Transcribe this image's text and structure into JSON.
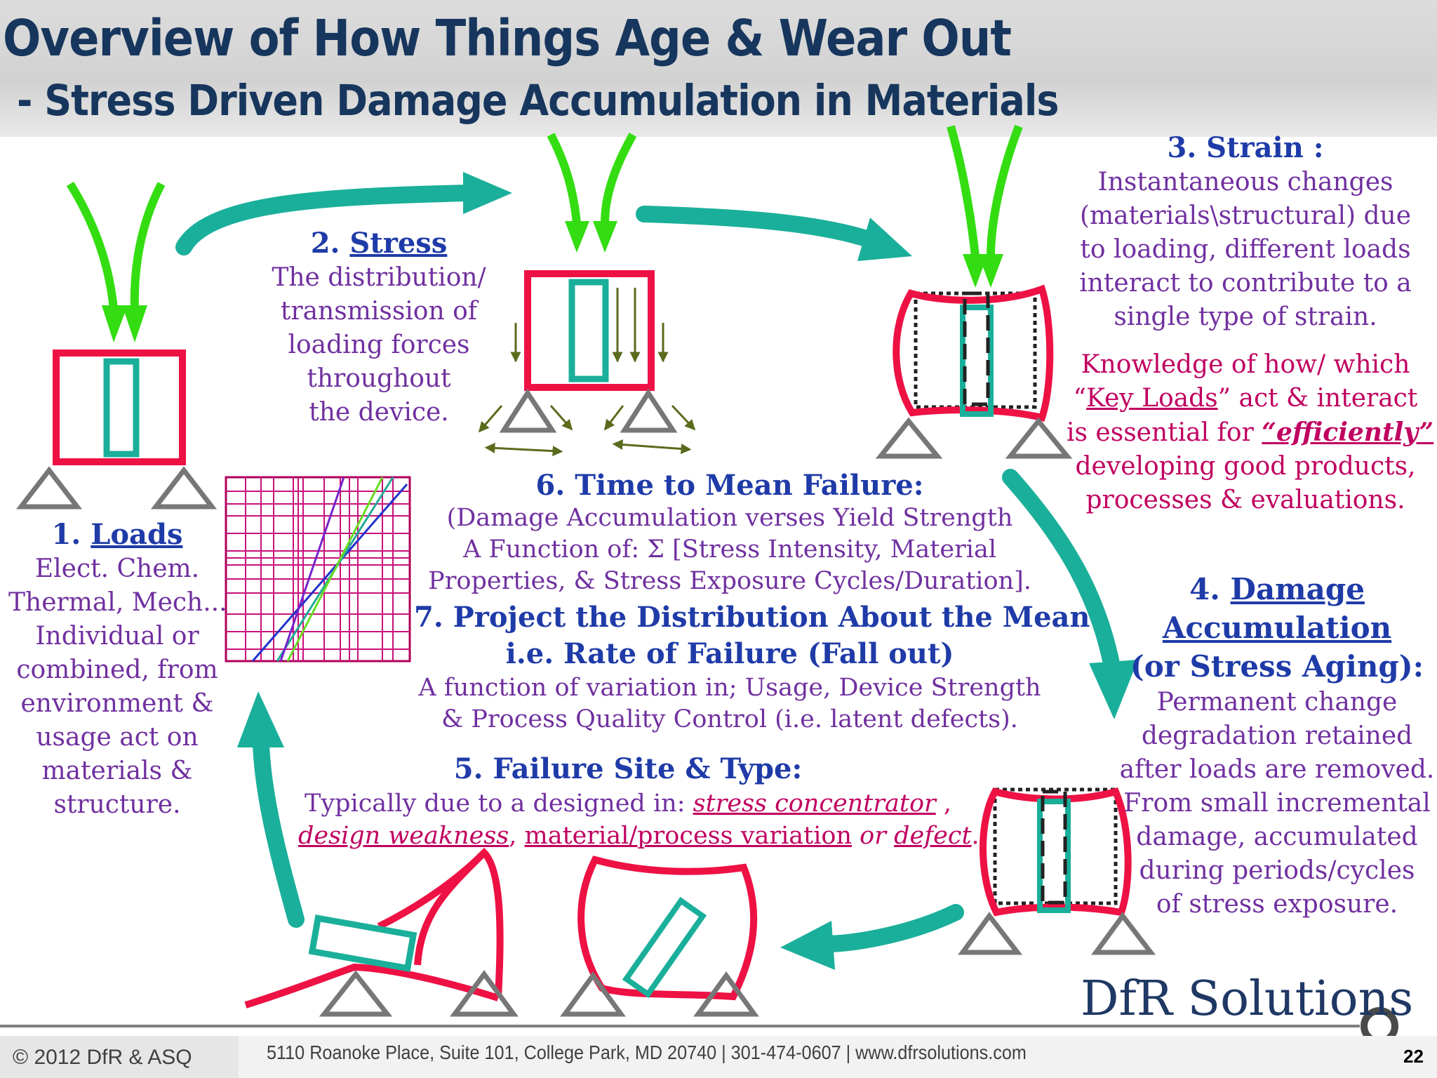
{
  "title": {
    "line1": "Overview of How Things Age & Wear Out",
    "line2": " - Stress Driven Damage Accumulation in Materials"
  },
  "steps": {
    "loads": {
      "num": "1. ",
      "title": "Loads",
      "lines": [
        "Elect. Chem.",
        "Thermal, Mech...",
        "Individual or",
        "combined, from",
        "environment &",
        "usage act on",
        "materials &",
        "structure."
      ]
    },
    "stress": {
      "num": "2. ",
      "title": "Stress",
      "lines": [
        "The distribution/",
        "transmission of",
        "loading forces",
        "throughout",
        "the device."
      ]
    },
    "strain": {
      "title": "3. Strain :",
      "lines": [
        "Instantaneous changes",
        "(materials\\structural)  due",
        "to loading,  different loads",
        "interact to contribute to a",
        "single type of strain."
      ],
      "k1": "Knowledge of how/ which",
      "k2a": "“",
      "k2b": "Key Loads",
      "k2c": "” act & interact",
      "k3a": "is essential for ",
      "k3b": "“efficiently”",
      "k4": "developing good products,",
      "k5": "processes & evaluations."
    },
    "damage": {
      "num": "4. ",
      "title1": "Damage",
      "title2": "Accumulation",
      "title3": "(or Stress Aging):",
      "lines": [
        "Permanent change",
        "degradation retained",
        "after loads are removed.",
        "From small incremental",
        "damage, accumulated",
        "during periods/cycles",
        "of stress exposure."
      ]
    },
    "failure_site": {
      "title": "5. Failure Site & Type:",
      "l1": "Typically due to a designed in: ",
      "t1": "stress concentrator",
      "s1": " ,",
      "t2": "design weakness",
      "s2": ", ",
      "t3": "material/process variation",
      "s3": " or ",
      "t4": "defect",
      "s4": "."
    },
    "time_to_failure": {
      "title": "6. Time to Mean Failure:",
      "lines": [
        "(Damage Accumulation verses Yield Strength",
        "A Function of:  Σ [Stress Intensity, Material",
        "Properties, & Stress Exposure Cycles/Duration]."
      ]
    },
    "distribution": {
      "title1": "7. Project the Distribution About the Mean",
      "title2": "i.e. Rate of Failure (Fall out)",
      "lines": [
        "A function of variation in; Usage,  Device Strength",
        "& Process Quality Control (i.e. latent defects)."
      ]
    }
  },
  "logo": "DfR Solutions",
  "footer": {
    "copyright": "© 2012 DfR & ASQ",
    "address": "5110 Roanoke Place, Suite 101, College Park, MD 20740  |  301-474-0607  |  www.dfrsolutions.com",
    "page": "22"
  },
  "colors": {
    "title": "#17365d",
    "heading": "#1f3ba8",
    "body_text": "#7030a0",
    "emphasis": "#c00060",
    "arrow": "#1aaf9a",
    "load_arrow": "#33dd11",
    "frame": "#ee1144"
  }
}
